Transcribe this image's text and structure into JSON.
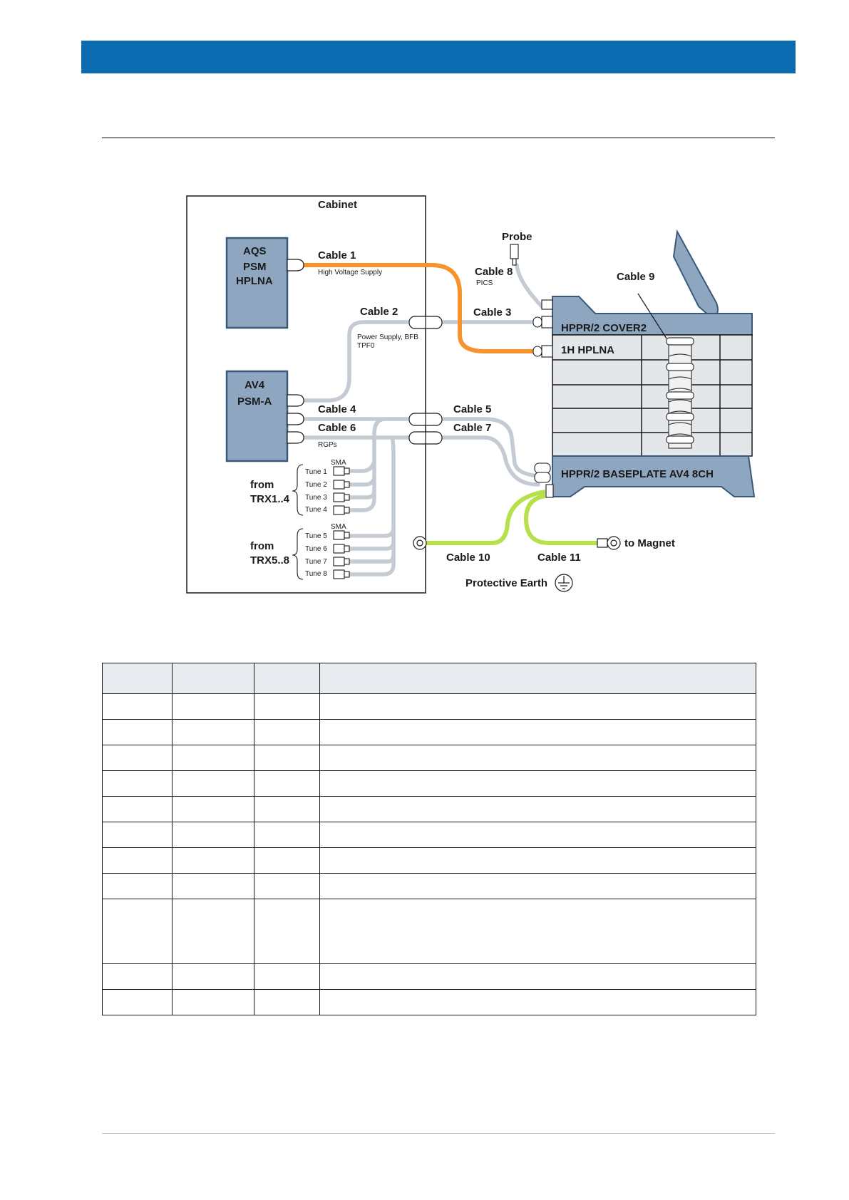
{
  "diagram": {
    "cabinet_label": "Cabinet",
    "aqs_lines": [
      "AQS",
      "PSM",
      "HPLNA"
    ],
    "av4_lines": [
      "AV4",
      "PSM-A"
    ],
    "cable1": "Cable 1",
    "cable1_sub": "High Voltage Supply",
    "cable2": "Cable 2",
    "cable2_sub_line1": "Power Supply, BFB",
    "cable2_sub_line2": "TPF0",
    "cable3": "Cable 3",
    "cable4": "Cable 4",
    "cable5": "Cable 5",
    "cable6": "Cable 6",
    "cable6_sub": "RGPs",
    "cable7": "Cable 7",
    "cable8": "Cable 8",
    "cable8_sub": "PICS",
    "cable9": "Cable 9",
    "cable10": "Cable 10",
    "cable11": "Cable 11",
    "probe": "Probe",
    "cover_label": "HPPR/2 COVER2",
    "hplna_label": "1H HPLNA",
    "baseplate_label": "HPPR/2 BASEPLATE AV4 8CH",
    "to_magnet": "to Magnet",
    "protective_earth": "Protective Earth",
    "from_label": "from",
    "trx1": "TRX1..4",
    "trx5": "TRX5..8",
    "sma": "SMA",
    "tunes_a": [
      "Tune 1",
      "Tune 2",
      "Tune 3",
      "Tune 4"
    ],
    "tunes_b": [
      "Tune 5",
      "Tune 6",
      "Tune 7",
      "Tune 8"
    ]
  },
  "colors": {
    "header_bar": "#0b6ab0",
    "hv_cable": "#f7922d",
    "signal_cable": "#c4cbd2",
    "earth_cable": "#b7e04a",
    "module_fill": "#8ea6bf"
  }
}
